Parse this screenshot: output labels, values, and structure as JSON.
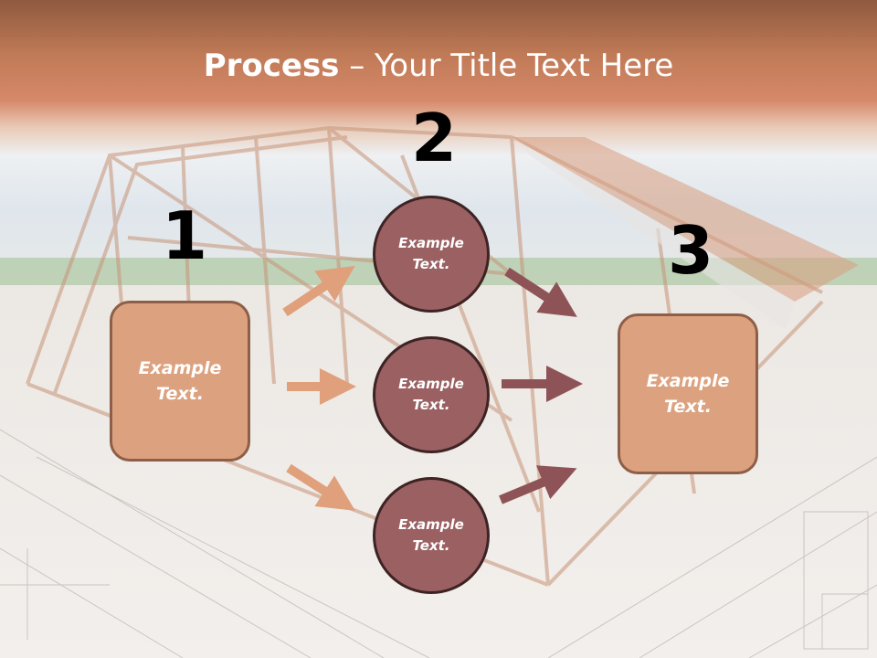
{
  "title": {
    "bold": "Process",
    "rest": " – Your Title Text Here"
  },
  "steps": {
    "n1": "1",
    "n2": "2",
    "n3": "3"
  },
  "boxes": {
    "left": "Example Text.",
    "right": "Example Text."
  },
  "circles": {
    "top": "Example Text.",
    "middle": "Example Text.",
    "bottom": "Example Text."
  },
  "colors": {
    "box_fill": "#dca27f",
    "circle_fill": "#9a6062",
    "arrow_light": "#e0a07c",
    "arrow_dark": "#8e5356"
  }
}
